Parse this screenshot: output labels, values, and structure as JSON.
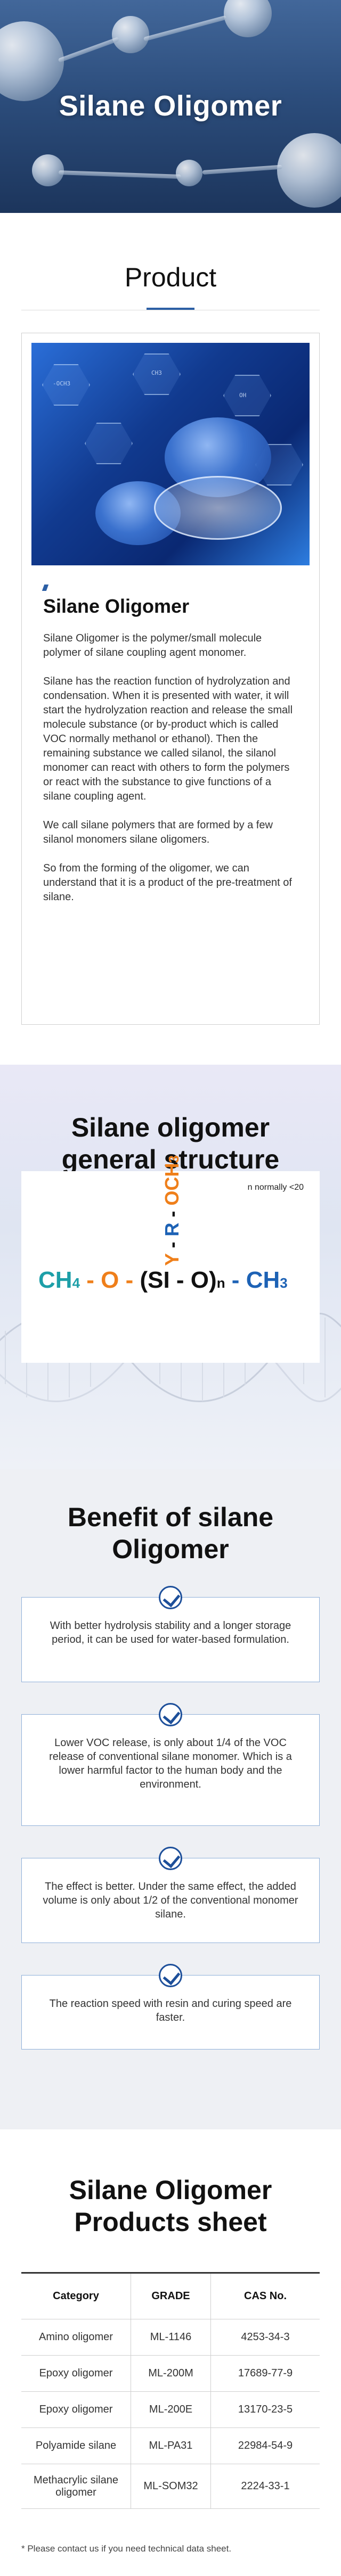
{
  "hero": {
    "title": "Silane Oligomer"
  },
  "product": {
    "heading": "Product",
    "image_labels": [
      "-OCH3",
      "CH3",
      "OH"
    ],
    "card_title": "Silane Oligomer",
    "paragraphs": [
      "Silane Oligomer is the polymer/small molecule polymer of silane coupling agent monomer.",
      "Silane has the reaction function of hydrolyzation and condensation. When it is presented with water, it will start the hydrolyzation reaction and release the small molecule substance (or by-product which is called VOC normally methanol or ethanol). Then the remaining substance we called silanol, the silanol monomer can react with others to form the polymers or react with the substance to give functions of a silane coupling agent.",
      "We call silane polymers that are formed by a few silanol monomers silane oligomers.",
      "So from the forming of the oligomer, we can understand that it is a product of the pre-treatment of silane."
    ]
  },
  "structure": {
    "heading": "Silane oligomer general structure",
    "note": "n normally <20",
    "formula": {
      "ch4": "CH",
      "ch4_sub": "4",
      "dash1": " - ",
      "o": "O",
      "dash2": " - ",
      "si_group": "(SI - O)",
      "n_sub": "n",
      "dash3": " - ",
      "ch3": "CH",
      "ch3_sub": "3",
      "vertical_y": "Y",
      "vertical_dash1": " - ",
      "vertical_r": "R",
      "vertical_dash2": " - ",
      "vertical_och3": "OCH",
      "vertical_och3_sub": "3"
    },
    "colors": {
      "teal": "#1d9fa8",
      "orange": "#ef7f1a",
      "blue": "#1d62b5",
      "black": "#111111"
    }
  },
  "benefits": {
    "heading": "Benefit of silane Oligomer",
    "items": [
      "With better hydrolysis stability and a longer storage period, it can be used for water-based formulation.",
      "Lower VOC release, is only about 1/4 of the VOC release of conventional silane monomer. Which is a lower harmful factor to the human body and the environment.",
      "The effect is better. Under the same effect, the added volume is only about 1/2 of the conventional monomer silane.",
      "The reaction speed with resin and curing speed are faster."
    ]
  },
  "sheet": {
    "heading": "Silane Oligomer Products sheet",
    "columns": [
      "Category",
      "GRADE",
      "CAS No."
    ],
    "rows": [
      [
        "Amino oligomer",
        "ML-1146",
        "4253-34-3"
      ],
      [
        "Epoxy oligomer",
        "ML-200M",
        "17689-77-9"
      ],
      [
        "Epoxy oligomer",
        "ML-200E",
        "13170-23-5"
      ],
      [
        "Polyamide silane",
        "ML-PA31",
        "22984-54-9"
      ],
      [
        "Methacrylic silane oligomer",
        "ML-SOM32",
        "2224-33-1"
      ]
    ],
    "footnote": "* Please contact us if you need technical data sheet."
  }
}
